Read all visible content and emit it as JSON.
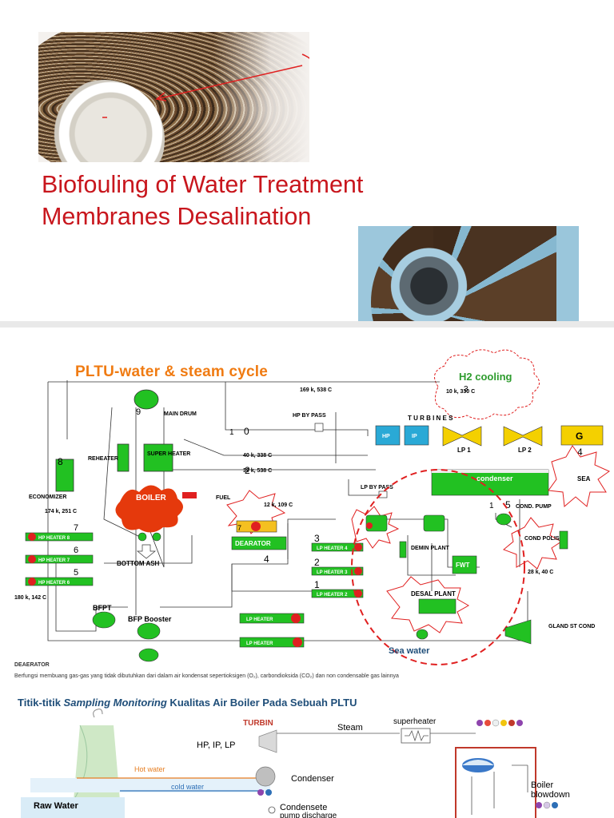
{
  "slide1": {
    "title_line1": "Biofouling of Water Treatment",
    "title_line2": "Membranes Desalination"
  },
  "slide2": {
    "title": "PLTU-water & steam cycle",
    "h2cooling": "H2 cooling",
    "labels": {
      "main_drum": "MAIN DRUM",
      "reheater": "REHEATER",
      "superheater": "SUPER HEATER",
      "economizer": "ECONOMIZER",
      "boiler": "BOILER",
      "fuel": "FUEL",
      "bottom_ash": "BOTTOM ASH",
      "hp_bypass": "HP BY PASS",
      "lp_bypass": "LP BY PASS",
      "turbines": "T U R B I N E S",
      "hp": "HP",
      "ip": "IP",
      "lp1": "LP 1",
      "lp2": "LP 2",
      "gen": "G",
      "condenser": "condenser",
      "sea": "SEA",
      "cond_pump": "COND. PUMP",
      "cond_polish": "COND POLISH",
      "deaerator": "DEARATOR",
      "demin": "DEMIN PLANT",
      "fwt": "FWT",
      "desal": "DESAL PLANT",
      "hp8": "HP HEATER 8",
      "hp7": "HP HEATER 7",
      "hp6": "HP HEATER 6",
      "lp4": "LP HEATER 4",
      "lp3": "LP HEATER 3",
      "lp2h": "LP HEATER 2",
      "lp1h": "LP HEATER",
      "lp0h": "LP HEATER",
      "bfpt": "BFPT",
      "bfp_booster": "BFP Booster",
      "gland": "GLAND ST COND",
      "sea_water": "Sea water"
    },
    "values": {
      "v169": "169 k, 538 C",
      "v40": "40 k, 338 C",
      "v39": "39 k, 538 C",
      "v10": "10 k, 330 C",
      "v174": "174 k, 251 C",
      "v180": "180 k, 142 C",
      "v12": "12 k, 109 C",
      "v28": "28 k, 40 C"
    },
    "points": {
      "p9": "9",
      "p8": "8",
      "p7": "7",
      "p6": "6",
      "p5": "5",
      "p5b": "5",
      "p4": "4",
      "p4b": "4",
      "p3": "3",
      "p3b": "3",
      "p2": "2",
      "p2b": "2",
      "p1": "1",
      "p1b": "1",
      "p1c": "1",
      "p0": "0",
      "p7b": "7"
    },
    "note_head": "DEAERATOR",
    "note_body": "Berfungsi membuang gas-gas yang tidak dibutuhkan dari dalam air kondensat sepertioksigen (O₂), carbondioksida (CO₂) dan non condensable gas lainnya"
  },
  "slide3": {
    "title_a": "Titik-titik ",
    "title_b": "Sampling Monitoring",
    "title_c": " Kualitas Air Boiler Pada Sebuah PLTU",
    "turbin": "TURBIN",
    "hpiplp": "HP, IP, LP",
    "steam": "Steam",
    "superheater": "superheater",
    "condenser": "Condenser",
    "hot_water": "Hot water",
    "cold_water": "cold water",
    "raw_water": "Raw Water",
    "condensete": "Condensete",
    "pump_discharge": "pump discharge",
    "boiler": "Boiler",
    "blowdown": "blowdown"
  }
}
